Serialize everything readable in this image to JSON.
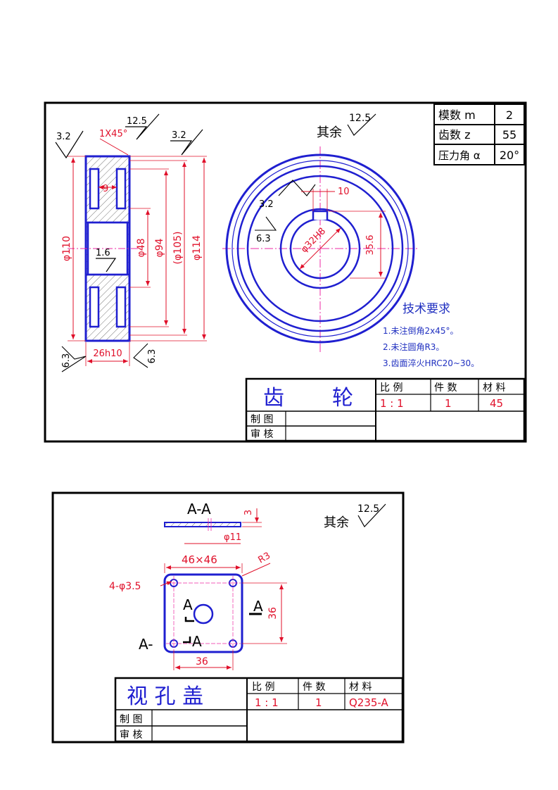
{
  "colors": {
    "border": "#000000",
    "part": "#1f1fd0",
    "dim": "#e0102a",
    "center": "#ee2aa4",
    "note": "#2030c0"
  },
  "gear": {
    "params": [
      {
        "label": "模数 m",
        "value": "2"
      },
      {
        "label": "齿数 z",
        "value": "55"
      },
      {
        "label": "压力角 α",
        "value": "20°"
      }
    ],
    "roughness": {
      "rest_prefix": "其余",
      "rest_value": "12.5",
      "top_left": "3.2",
      "top_mid": "12.5",
      "top_right": "3.2",
      "front": "3.2",
      "front2": "6.3",
      "bore": "1.6",
      "bottom_left": "6.3",
      "bottom_right": "6.3"
    },
    "dims": {
      "chamfer": "1X45°",
      "web": "9",
      "d110": "φ110",
      "d48": "φ48",
      "d94": "φ94",
      "d105": "(φ105)",
      "d114": "φ114",
      "width": "26h10",
      "key": "10",
      "key_depth": "35.6",
      "bore": "φ32H8"
    },
    "tech_title": "技术要求",
    "tech_items": [
      "1.未注倒角2x45°。",
      "2.未注圆角R3。",
      "3.齿面淬火HRC20~30。"
    ],
    "title_block": {
      "name_a": "齿",
      "name_b": "轮",
      "scale_label": "比 例",
      "qty_label": "件 数",
      "material_label": "材 料",
      "scale": "1 : 1",
      "qty": "1",
      "material": "45",
      "drawn": "制 图",
      "checked": "审 核"
    }
  },
  "cover": {
    "section": "A-A",
    "thickness": "3",
    "hole": "φ11",
    "rest_prefix": "其余",
    "rest_value": "12.5",
    "size": "46×46",
    "radius": "R3",
    "holes": "4-φ3.5",
    "pitch_v": "36",
    "pitch_h": "36",
    "cut_a_left": "A",
    "cut_a_right": "A",
    "cut_a_bottom": "A",
    "cut_a_prefix": "A-",
    "title_block": {
      "name": "视 孔 盖",
      "scale_label": "比 例",
      "qty_label": "件 数",
      "material_label": "材 料",
      "scale": "1 : 1",
      "qty": "1",
      "material": "Q235-A",
      "drawn": "制 图",
      "checked": "审 核"
    }
  }
}
